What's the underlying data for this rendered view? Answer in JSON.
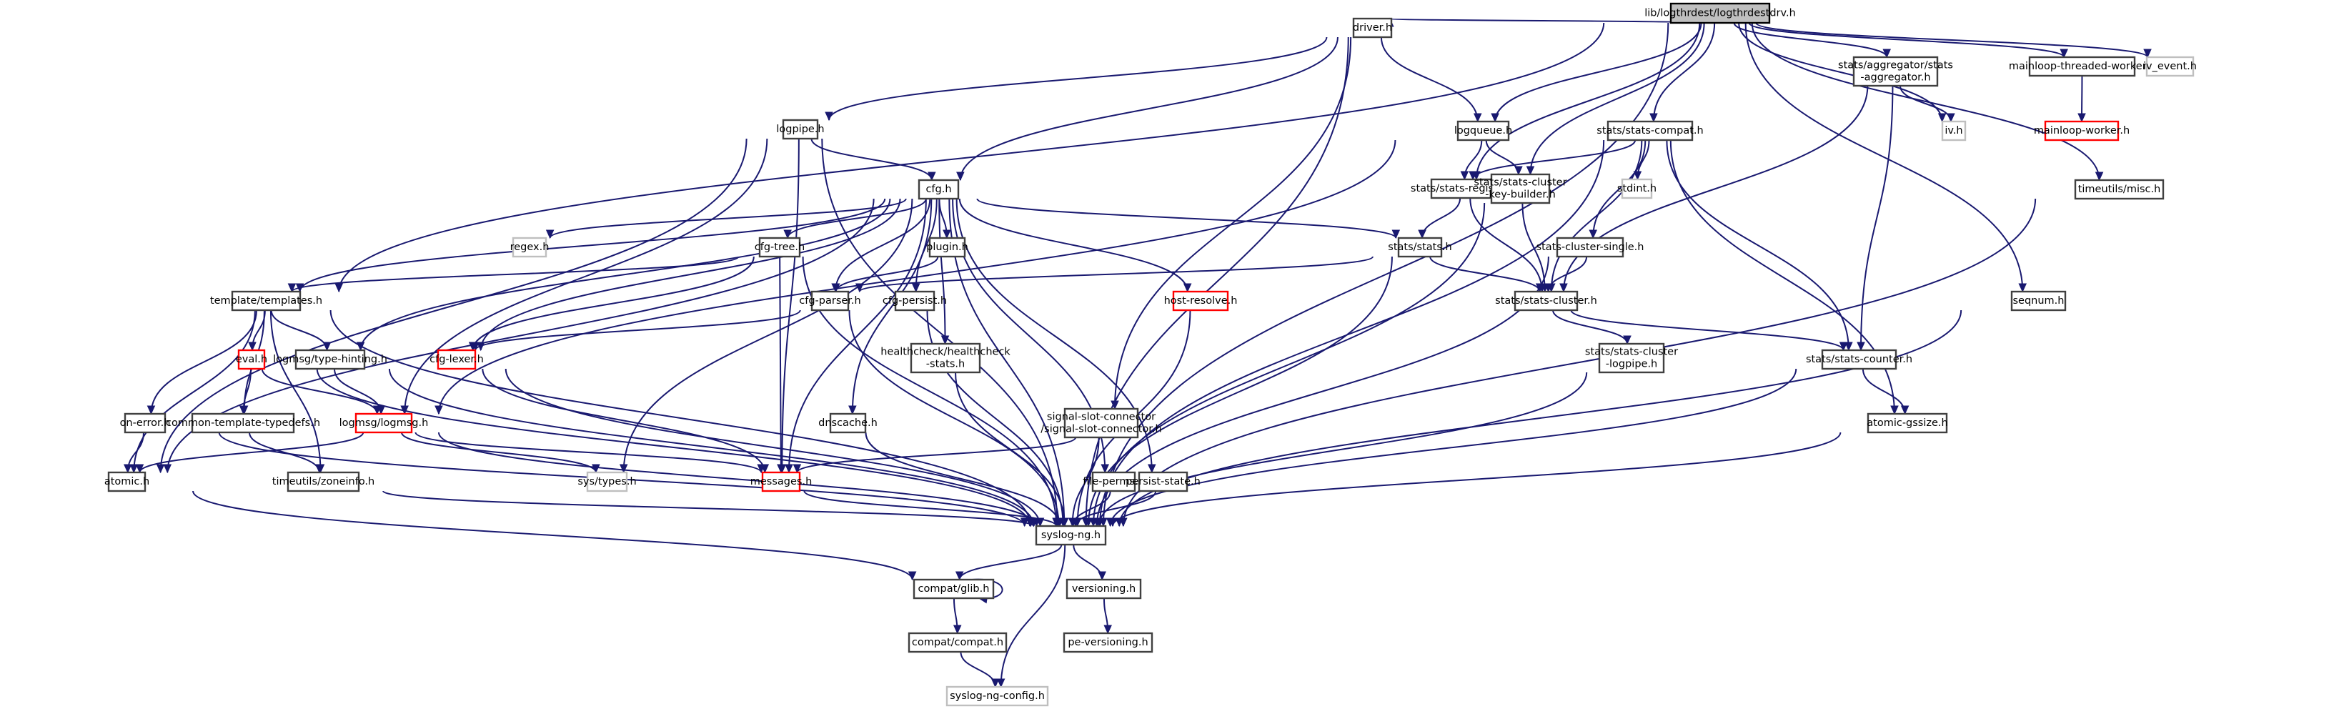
{
  "diagram": {
    "title": "lib/logthrdest/logthrdestdrv.h",
    "type": "include-dependency-graph",
    "colors": {
      "edge": "#191970",
      "node_border_documented": "#404040",
      "node_border_incomplete": "#ff0000",
      "node_border_external": "#bfbfbf",
      "root_fill": "#bfbfbf"
    },
    "nodes": [
      {
        "id": "root",
        "label": [
          "lib/logthrdest/logthrdestdrv.h"
        ],
        "style": "root"
      },
      {
        "id": "driver",
        "label": [
          "driver.h"
        ],
        "style": "std"
      },
      {
        "id": "aggregator",
        "label": [
          "stats/aggregator/stats",
          "-aggregator.h"
        ],
        "style": "std"
      },
      {
        "id": "mtw",
        "label": [
          "mainloop-threaded-worker.h"
        ],
        "style": "std"
      },
      {
        "id": "ivevent",
        "label": [
          "iv_event.h"
        ],
        "style": "gray"
      },
      {
        "id": "logpipe",
        "label": [
          "logpipe.h"
        ],
        "style": "std"
      },
      {
        "id": "logqueue",
        "label": [
          "logqueue.h"
        ],
        "style": "std"
      },
      {
        "id": "statscompat",
        "label": [
          "stats/stats-compat.h"
        ],
        "style": "std"
      },
      {
        "id": "ivh",
        "label": [
          "iv.h"
        ],
        "style": "gray"
      },
      {
        "id": "mlworker",
        "label": [
          "mainloop-worker.h"
        ],
        "style": "red"
      },
      {
        "id": "cfg",
        "label": [
          "cfg.h"
        ],
        "style": "std"
      },
      {
        "id": "registry",
        "label": [
          "stats/stats-registry.h"
        ],
        "style": "std"
      },
      {
        "id": "keybuilder",
        "label": [
          "stats/stats-cluster",
          "-key-builder.h"
        ],
        "style": "std"
      },
      {
        "id": "stdint",
        "label": [
          "stdint.h"
        ],
        "style": "gray"
      },
      {
        "id": "tmisc",
        "label": [
          "timeutils/misc.h"
        ],
        "style": "std"
      },
      {
        "id": "regex",
        "label": [
          "regex.h"
        ],
        "style": "gray"
      },
      {
        "id": "cfgtree",
        "label": [
          "cfg-tree.h"
        ],
        "style": "std"
      },
      {
        "id": "plugin",
        "label": [
          "plugin.h"
        ],
        "style": "std"
      },
      {
        "id": "statsh",
        "label": [
          "stats/stats.h"
        ],
        "style": "std"
      },
      {
        "id": "clsingle",
        "label": [
          "stats-cluster-single.h"
        ],
        "style": "std"
      },
      {
        "id": "templates",
        "label": [
          "template/templates.h"
        ],
        "style": "std"
      },
      {
        "id": "cfgparser",
        "label": [
          "cfg-parser.h"
        ],
        "style": "std"
      },
      {
        "id": "cfgpersist",
        "label": [
          "cfg-persist.h"
        ],
        "style": "std"
      },
      {
        "id": "hostres",
        "label": [
          "host-resolve.h"
        ],
        "style": "red"
      },
      {
        "id": "cluster",
        "label": [
          "stats/stats-cluster.h"
        ],
        "style": "std"
      },
      {
        "id": "seqnum",
        "label": [
          "seqnum.h"
        ],
        "style": "std"
      },
      {
        "id": "evalh",
        "label": [
          "eval.h"
        ],
        "style": "red"
      },
      {
        "id": "typehint",
        "label": [
          "logmsg/type-hinting.h"
        ],
        "style": "std"
      },
      {
        "id": "cfglexer",
        "label": [
          "cfg-lexer.h"
        ],
        "style": "red"
      },
      {
        "id": "health",
        "label": [
          "healthcheck/healthcheck",
          "-stats.h"
        ],
        "style": "std"
      },
      {
        "id": "cllogpipe",
        "label": [
          "stats/stats-cluster",
          "-logpipe.h"
        ],
        "style": "std"
      },
      {
        "id": "counter",
        "label": [
          "stats/stats-counter.h"
        ],
        "style": "std"
      },
      {
        "id": "onerror",
        "label": [
          "on-error.h"
        ],
        "style": "std"
      },
      {
        "id": "ctt",
        "label": [
          "common-template-typedefs.h"
        ],
        "style": "std"
      },
      {
        "id": "logmsg",
        "label": [
          "logmsg/logmsg.h"
        ],
        "style": "red"
      },
      {
        "id": "dnscache",
        "label": [
          "dnscache.h"
        ],
        "style": "std"
      },
      {
        "id": "ssc",
        "label": [
          "signal-slot-connector",
          "/signal-slot-connector.h"
        ],
        "style": "std"
      },
      {
        "id": "gssize",
        "label": [
          "atomic-gssize.h"
        ],
        "style": "std"
      },
      {
        "id": "atomic",
        "label": [
          "atomic.h"
        ],
        "style": "std"
      },
      {
        "id": "zoneinfo",
        "label": [
          "timeutils/zoneinfo.h"
        ],
        "style": "std"
      },
      {
        "id": "systypes",
        "label": [
          "sys/types.h"
        ],
        "style": "gray"
      },
      {
        "id": "messages",
        "label": [
          "messages.h"
        ],
        "style": "red"
      },
      {
        "id": "fileperms",
        "label": [
          "file-perms.h"
        ],
        "style": "std"
      },
      {
        "id": "persist",
        "label": [
          "persist-state.h"
        ],
        "style": "std"
      },
      {
        "id": "syslogng",
        "label": [
          "syslog-ng.h"
        ],
        "style": "std"
      },
      {
        "id": "glib",
        "label": [
          "compat/glib.h"
        ],
        "style": "std"
      },
      {
        "id": "versioning",
        "label": [
          "versioning.h"
        ],
        "style": "std"
      },
      {
        "id": "compat",
        "label": [
          "compat/compat.h"
        ],
        "style": "std"
      },
      {
        "id": "peversioning",
        "label": [
          "pe-versioning.h"
        ],
        "style": "std"
      },
      {
        "id": "config",
        "label": [
          "syslog-ng-config.h"
        ],
        "style": "gray"
      }
    ],
    "edges": [
      [
        "root",
        "driver"
      ],
      [
        "root",
        "aggregator"
      ],
      [
        "root",
        "mtw"
      ],
      [
        "root",
        "ivevent"
      ],
      [
        "root",
        "logqueue"
      ],
      [
        "root",
        "statscompat"
      ],
      [
        "root",
        "ivh"
      ],
      [
        "root",
        "registry"
      ],
      [
        "root",
        "keybuilder"
      ],
      [
        "root",
        "tmisc"
      ],
      [
        "root",
        "seqnum"
      ],
      [
        "root",
        "templates"
      ],
      [
        "root",
        "syslogng"
      ],
      [
        "driver",
        "logpipe"
      ],
      [
        "driver",
        "logqueue"
      ],
      [
        "driver",
        "cfg"
      ],
      [
        "driver",
        "ssc"
      ],
      [
        "driver",
        "syslogng"
      ],
      [
        "logpipe",
        "cfg"
      ],
      [
        "logpipe",
        "messages"
      ],
      [
        "logpipe",
        "logmsg"
      ],
      [
        "logpipe",
        "atomic"
      ],
      [
        "logpipe",
        "syslogng"
      ],
      [
        "logqueue",
        "registry"
      ],
      [
        "logqueue",
        "keybuilder"
      ],
      [
        "logqueue",
        "logmsg"
      ],
      [
        "aggregator",
        "ivh"
      ],
      [
        "aggregator",
        "counter"
      ],
      [
        "aggregator",
        "cluster"
      ],
      [
        "mtw",
        "mlworker"
      ],
      [
        "statscompat",
        "registry"
      ],
      [
        "statscompat",
        "stdint"
      ],
      [
        "statscompat",
        "clsingle"
      ],
      [
        "statscompat",
        "cluster"
      ],
      [
        "statscompat",
        "counter"
      ],
      [
        "statscompat",
        "gssize"
      ],
      [
        "statscompat",
        "syslogng"
      ],
      [
        "cfg",
        "regex"
      ],
      [
        "cfg",
        "cfgtree"
      ],
      [
        "cfg",
        "plugin"
      ],
      [
        "cfg",
        "cfgparser"
      ],
      [
        "cfg",
        "cfgpersist"
      ],
      [
        "cfg",
        "hostres"
      ],
      [
        "cfg",
        "statsh"
      ],
      [
        "cfg",
        "templates"
      ],
      [
        "cfg",
        "typehint"
      ],
      [
        "cfg",
        "cfglexer"
      ],
      [
        "cfg",
        "health"
      ],
      [
        "cfg",
        "dnscache"
      ],
      [
        "cfg",
        "fileperms"
      ],
      [
        "cfg",
        "persist"
      ],
      [
        "cfg",
        "messages"
      ],
      [
        "cfg",
        "systypes"
      ],
      [
        "cfg",
        "atomic"
      ],
      [
        "cfg",
        "syslogng"
      ],
      [
        "registry",
        "statsh"
      ],
      [
        "registry",
        "cluster"
      ],
      [
        "keybuilder",
        "cluster"
      ],
      [
        "keybuilder",
        "syslogng"
      ],
      [
        "tmisc",
        "syslogng"
      ],
      [
        "cfgtree",
        "templates"
      ],
      [
        "cfgtree",
        "cfglexer"
      ],
      [
        "cfgtree",
        "messages"
      ],
      [
        "cfgtree",
        "syslogng"
      ],
      [
        "plugin",
        "cfgparser"
      ],
      [
        "statsh",
        "cfgparser"
      ],
      [
        "statsh",
        "cluster"
      ],
      [
        "statsh",
        "syslogng"
      ],
      [
        "clsingle",
        "cluster"
      ],
      [
        "clsingle",
        "syslogng"
      ],
      [
        "templates",
        "evalh"
      ],
      [
        "templates",
        "typehint"
      ],
      [
        "templates",
        "onerror"
      ],
      [
        "templates",
        "ctt"
      ],
      [
        "templates",
        "atomic"
      ],
      [
        "templates",
        "zoneinfo"
      ],
      [
        "templates",
        "syslogng"
      ],
      [
        "cfgparser",
        "cfglexer"
      ],
      [
        "cfgparser",
        "syslogng"
      ],
      [
        "cfgpersist",
        "syslogng"
      ],
      [
        "hostres",
        "syslogng"
      ],
      [
        "cluster",
        "cllogpipe"
      ],
      [
        "cluster",
        "counter"
      ],
      [
        "seqnum",
        "syslogng"
      ],
      [
        "evalh",
        "ctt"
      ],
      [
        "evalh",
        "logmsg"
      ],
      [
        "evalh",
        "syslogng"
      ],
      [
        "typehint",
        "logmsg"
      ],
      [
        "typehint",
        "syslogng"
      ],
      [
        "cfglexer",
        "messages"
      ],
      [
        "cfglexer",
        "syslogng"
      ],
      [
        "health",
        "syslogng"
      ],
      [
        "cllogpipe",
        "syslogng"
      ],
      [
        "counter",
        "gssize"
      ],
      [
        "counter",
        "syslogng"
      ],
      [
        "onerror",
        "atomic"
      ],
      [
        "onerror",
        "syslogng"
      ],
      [
        "ctt",
        "zoneinfo"
      ],
      [
        "logmsg",
        "atomic"
      ],
      [
        "logmsg",
        "systypes"
      ],
      [
        "logmsg",
        "messages"
      ],
      [
        "logmsg",
        "syslogng"
      ],
      [
        "dnscache",
        "syslogng"
      ],
      [
        "ssc",
        "messages"
      ],
      [
        "ssc",
        "syslogng"
      ],
      [
        "gssize",
        "syslogng"
      ],
      [
        "atomic",
        "glib"
      ],
      [
        "zoneinfo",
        "syslogng"
      ],
      [
        "messages",
        "syslogng"
      ],
      [
        "fileperms",
        "syslogng"
      ],
      [
        "persist",
        "syslogng"
      ],
      [
        "syslogng",
        "glib"
      ],
      [
        "syslogng",
        "versioning"
      ],
      [
        "syslogng",
        "config"
      ],
      [
        "glib",
        "glib"
      ],
      [
        "glib",
        "compat"
      ],
      [
        "versioning",
        "peversioning"
      ],
      [
        "compat",
        "config"
      ]
    ]
  }
}
